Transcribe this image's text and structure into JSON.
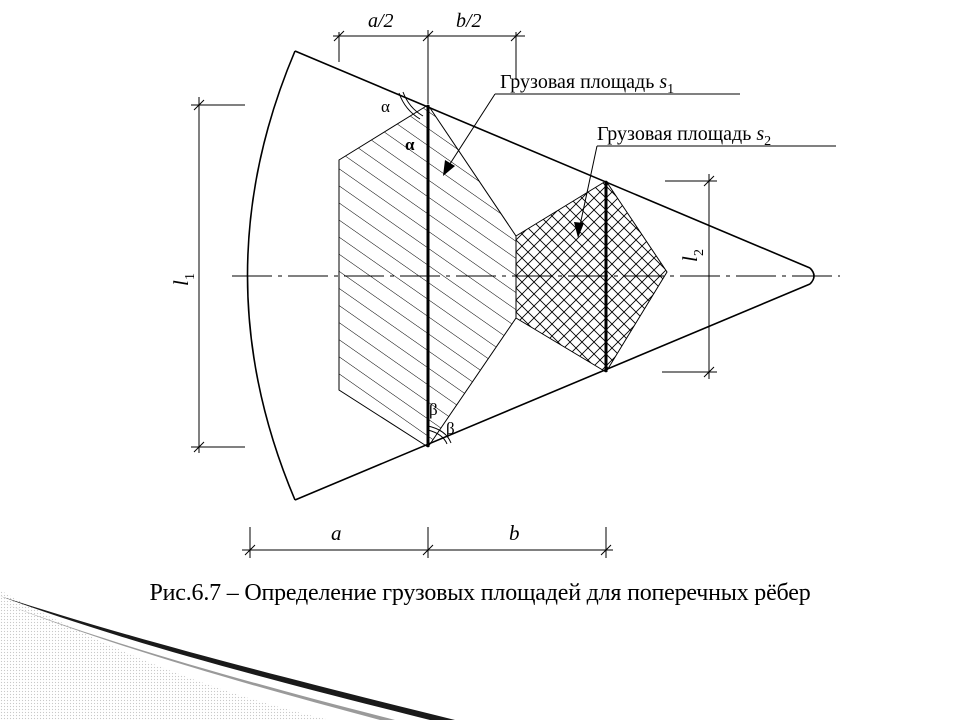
{
  "figure": {
    "caption": "Рис.6.7 – Определение грузовых площадей для поперечных рёбер",
    "dims": {
      "top_left": "a/2",
      "top_right": "b/2",
      "bottom_left": "a",
      "bottom_right": "b",
      "left_main": "l",
      "left_main_sub": "1",
      "right_main": "l",
      "right_main_sub": "2"
    },
    "callouts": {
      "s1_text": "Грузовая площадь ",
      "s1_var": "s",
      "s1_sub": "1",
      "s2_text": "Грузовая площадь ",
      "s2_var": "s",
      "s2_sub": "2"
    },
    "angles": {
      "alpha": "α",
      "beta": "β"
    }
  },
  "colors": {
    "line": "#000000",
    "decor_dark": "#1a1a1a"
  }
}
